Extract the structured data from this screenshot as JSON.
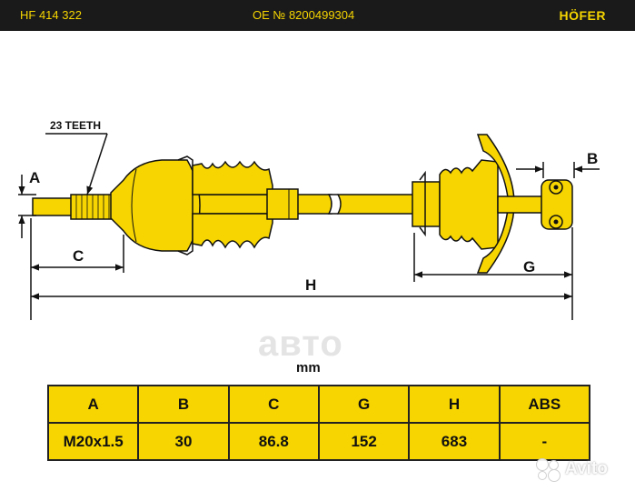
{
  "header": {
    "part_number": "HF 414 322",
    "oe_number": "OE № 8200499304",
    "brand": "HÖFER"
  },
  "drawing": {
    "callout": "23 TEETH",
    "dimension_labels": {
      "a": "A",
      "b": "B",
      "c": "C",
      "g": "G",
      "h": "H"
    }
  },
  "watermark": "авто",
  "unit_label": "mm",
  "spec_table": {
    "headers": [
      "A",
      "B",
      "C",
      "G",
      "H",
      "ABS"
    ],
    "values": [
      "M20x1.5",
      "30",
      "86.8",
      "152",
      "683",
      "-"
    ]
  },
  "badge": {
    "text": "Avito"
  },
  "colors": {
    "accent": "#f6d500",
    "header_bg": "#1a1a1a",
    "line": "#111111"
  }
}
